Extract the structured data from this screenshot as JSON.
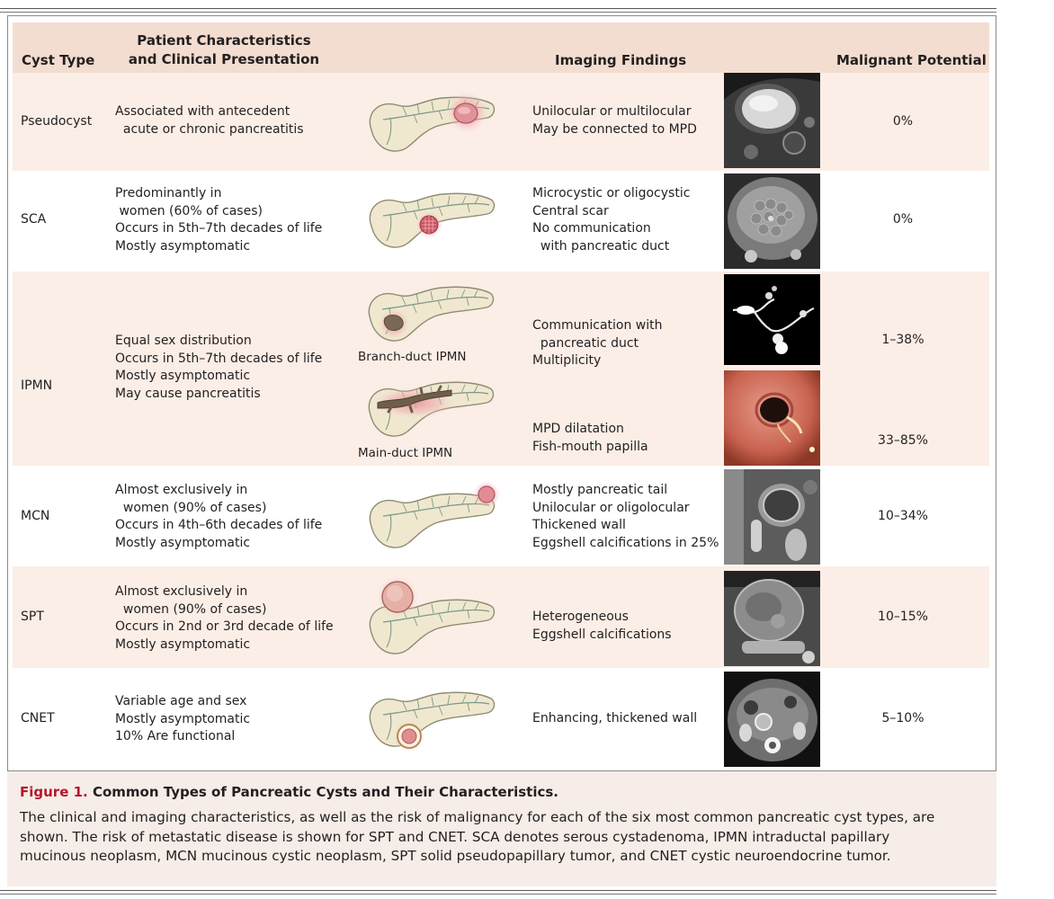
{
  "header": {
    "cyst_type": "Cyst Type",
    "patient_line1": "Patient Characteristics",
    "patient_line2": "and Clinical Presentation",
    "imaging": "Imaging Findings",
    "malignant": "Malignant Potential"
  },
  "rows": [
    {
      "type": "Pseudocyst",
      "characteristics": [
        "Associated with antecedent",
        "  acute or chronic pancreatitis"
      ],
      "imaging": [
        "Unilocular or multilocular",
        "May be connected to MPD"
      ],
      "malignant": "0%"
    },
    {
      "type": "SCA",
      "characteristics": [
        "Predominantly in",
        " women (60% of cases)",
        "Occurs in 5th–7th decades of life",
        "Mostly asymptomatic"
      ],
      "imaging": [
        "Microcystic or oligocystic",
        "Central scar",
        "No communication",
        "  with pancreatic duct"
      ],
      "malignant": "0%"
    },
    {
      "type": "IPMN",
      "characteristics": [
        "Equal sex distribution",
        "Occurs in 5th–7th decades of life",
        "Mostly asymptomatic",
        "May cause pancreatitis"
      ],
      "subtypes": [
        {
          "label": "Branch-duct IPMN",
          "imaging": [
            "Communication with",
            "  pancreatic duct",
            "Multiplicity"
          ],
          "malignant": "1–38%"
        },
        {
          "label": "Main-duct IPMN",
          "imaging": [
            "MPD dilatation",
            "Fish-mouth papilla"
          ],
          "malignant": "33–85%"
        }
      ]
    },
    {
      "type": "MCN",
      "characteristics": [
        "Almost exclusively in",
        "  women (90% of cases)",
        "Occurs in 4th–6th decades of life",
        "Mostly asymptomatic"
      ],
      "imaging": [
        "Mostly pancreatic tail",
        "Unilocular or oligolocular",
        "Thickened wall",
        "Eggshell calcifications in 25%"
      ],
      "malignant": "10–34%"
    },
    {
      "type": "SPT",
      "characteristics": [
        "Almost exclusively in",
        "  women (90% of cases)",
        "Occurs in 2nd or 3rd decade of life",
        "Mostly asymptomatic"
      ],
      "imaging": [
        "Heterogeneous",
        "Eggshell calcifications"
      ],
      "malignant": "10–15%"
    },
    {
      "type": "CNET",
      "characteristics": [
        "Variable age and sex",
        "Mostly asymptomatic",
        "10% Are functional"
      ],
      "imaging": [
        "Enhancing, thickened wall"
      ],
      "malignant": "5–10%"
    }
  ],
  "caption": {
    "figure_label": "Figure 1.",
    "title": "Common Types of Pancreatic Cysts and Their Characteristics.",
    "body_lines": [
      "The clinical and imaging characteristics, as well as the risk of malignancy for each of the six most common pancreatic cyst types, are",
      "shown. The risk of metastatic disease is shown for SPT and CNET. SCA denotes serous cystadenoma, IPMN intraductal papillary",
      "mucinous neoplasm, MCN mucinous cystic neoplasm, SPT solid pseudopapillary tumor, and CNET cystic neuroendocrine tumor."
    ]
  },
  "colors": {
    "header_bg": "#f3ddd0",
    "shaded_row": "#fbeee6",
    "figure_label_red": "#b3172c",
    "pancreas_fill": "#efe8cf",
    "lesion_pink": "#d9707c"
  }
}
